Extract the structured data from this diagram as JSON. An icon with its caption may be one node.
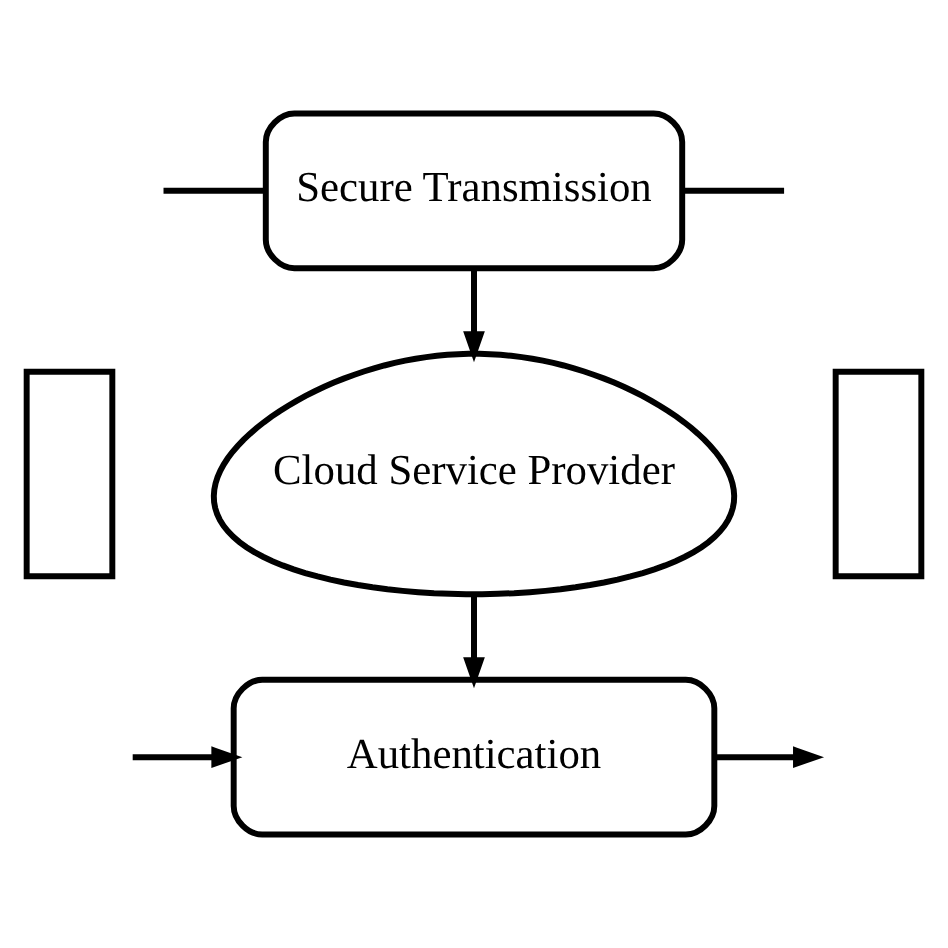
{
  "diagram": {
    "nodes": [
      {
        "text": [
          "Secure Transmission"
        ]
      },
      {
        "text": [],
        "shape": "box"
      },
      {
        "text": [
          "Cloud Service Provider"
        ]
      },
      {
        "text": [],
        "shape": "box"
      },
      {
        "text": [
          "Authentication"
        ]
      }
    ],
    "edges": [
      {
        "from": null,
        "to": 0,
        "arrow": "none"
      },
      {
        "from": 0,
        "to": null,
        "arrow": "none"
      },
      {
        "from": 0,
        "to": 2,
        "arrow": "to"
      },
      {
        "from": 2,
        "to": 4,
        "arrow": "to"
      },
      {
        "from": null,
        "to": 4,
        "arrow": "to"
      },
      {
        "from": 4,
        "to": null,
        "arrow": "to"
      }
    ]
  }
}
